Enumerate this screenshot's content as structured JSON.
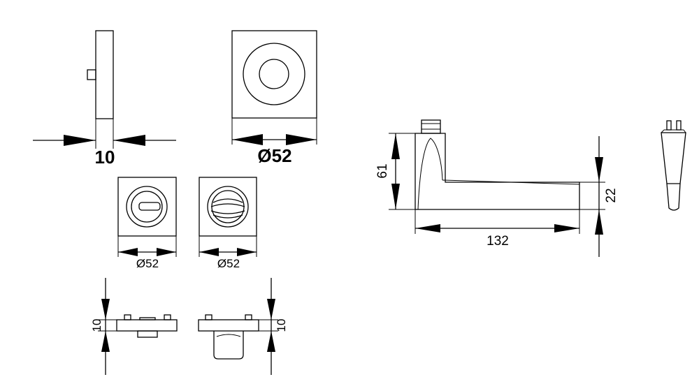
{
  "dimensions": {
    "rosette_thickness": "10",
    "rosette_diameter": "Ø52",
    "privacy_turn_diameter": "Ø52",
    "privacy_release_diameter": "Ø52",
    "privacy_turn_thickness": "10",
    "privacy_release_thickness": "10",
    "handle_height": "61",
    "handle_length": "132",
    "handle_grip_height": "22"
  }
}
